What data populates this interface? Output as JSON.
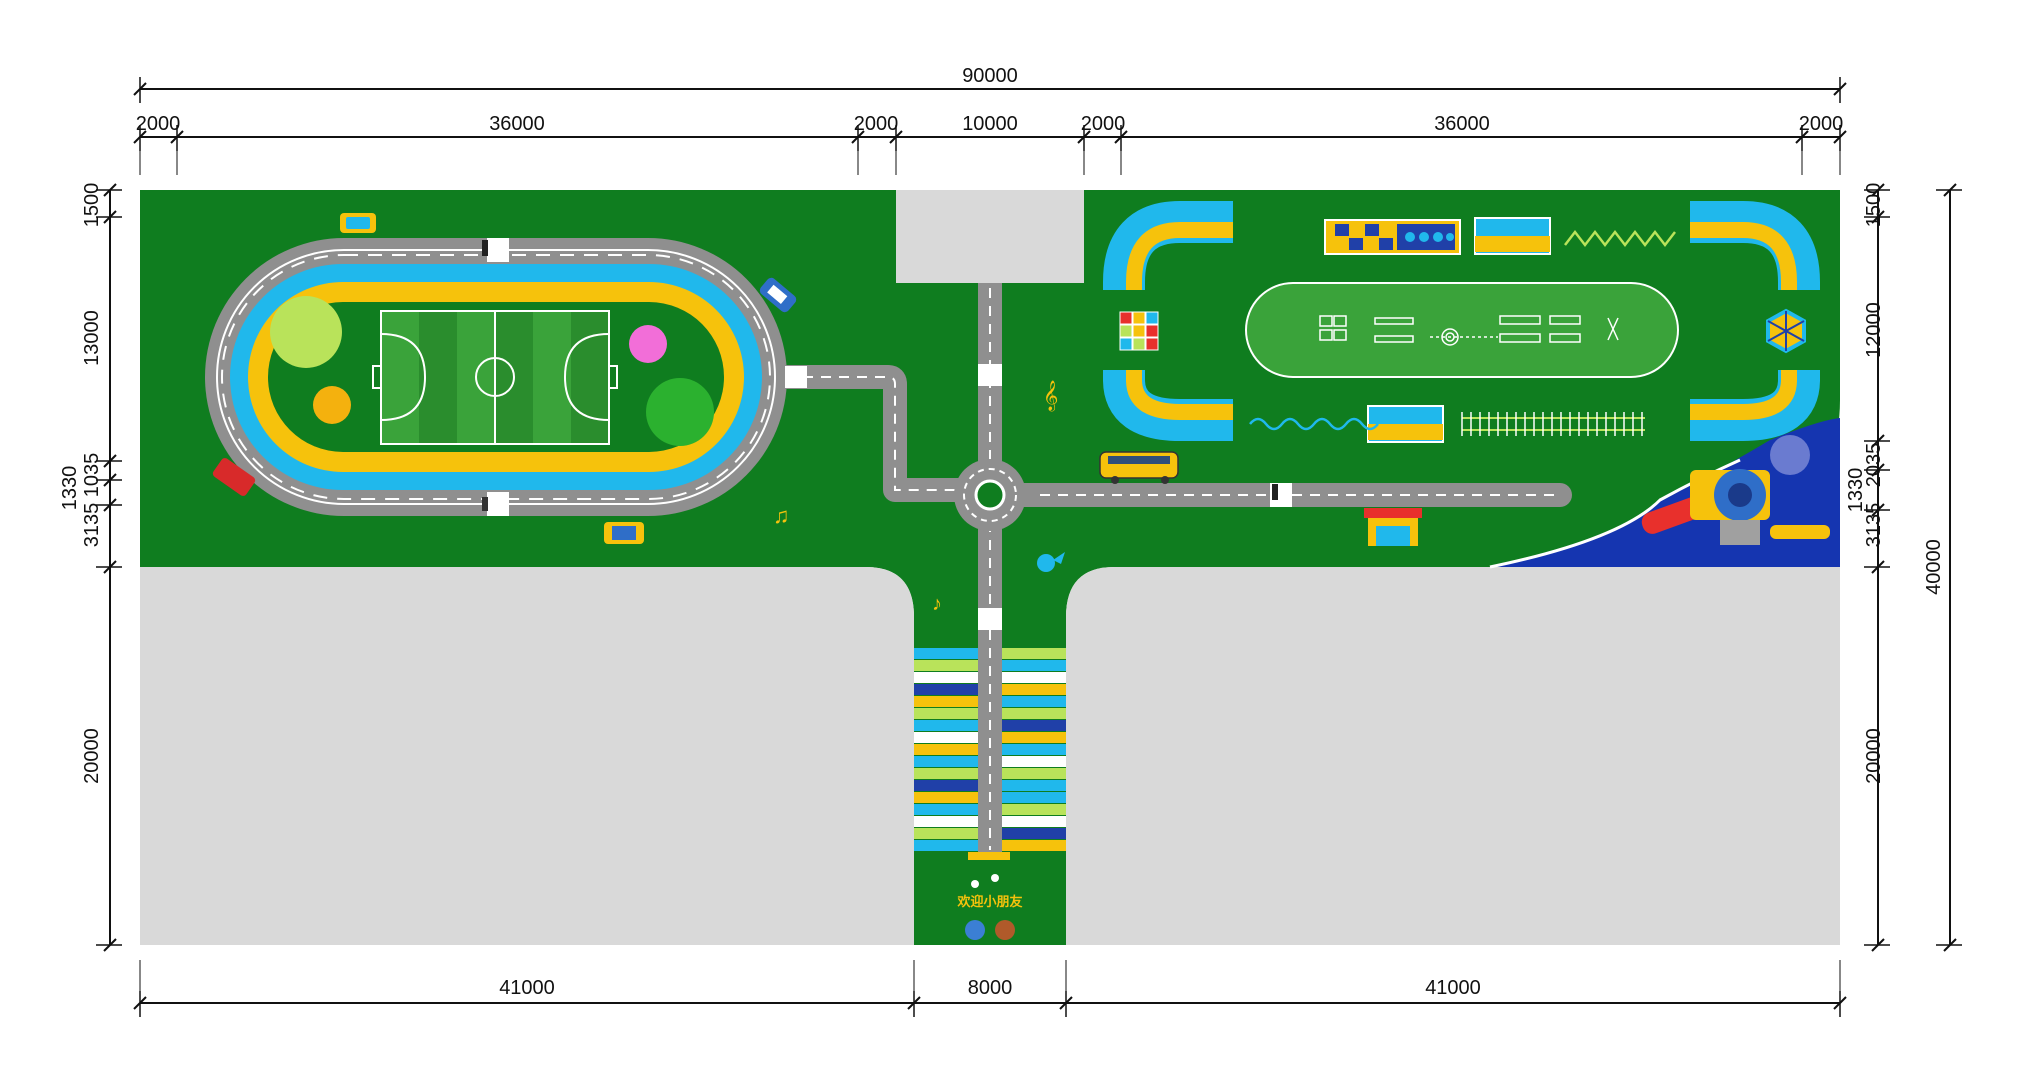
{
  "dimensions": {
    "top_total": "90000",
    "top_segments": [
      "2000",
      "36000",
      "2000",
      "10000",
      "2000",
      "36000",
      "2000"
    ],
    "bottom_segments": [
      "41000",
      "8000",
      "41000"
    ],
    "left_segments": [
      "1500",
      "13000",
      "1330",
      "1035",
      "3135",
      "20000"
    ],
    "right_segments": [
      "1500",
      "12000",
      "1330",
      "2035",
      "3135",
      "20000"
    ],
    "right_total": "40000"
  },
  "entrance": {
    "welcome_text": "欢迎小朋友"
  },
  "colors": {
    "turf_green": "#0f7d1f",
    "field_light": "#3aa33a",
    "field_dark": "#2a8d2d",
    "track_blue": "#20b8ec",
    "track_yellow": "#f6c20c",
    "road_gray": "#8f8f8f",
    "concrete_gray": "#d9d9d9",
    "water_blue": "#1535b0",
    "line_black": "#111111"
  }
}
